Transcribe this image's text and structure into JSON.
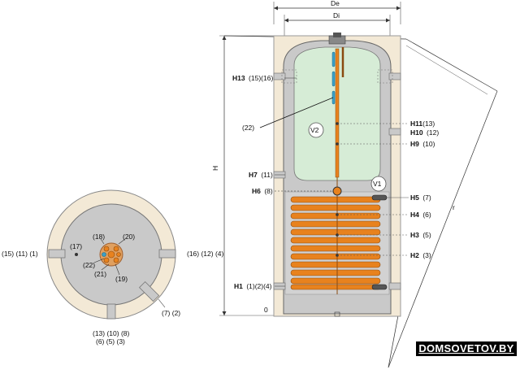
{
  "diagram": {
    "dims": {
      "de": "De",
      "di": "Di",
      "h": "H",
      "r": "r",
      "zero": "0"
    },
    "volumes": {
      "v1": "V1",
      "v2": "V2"
    },
    "heights_left": {
      "h13": "H13",
      "h13_ports": "(15)(16)",
      "h7": "H7",
      "h7_ports": "(11)",
      "h6": "H6",
      "h6_ports": "(8)",
      "h1": "H1",
      "h1_ports": "(1)(2)(4)",
      "anode": "(22)"
    },
    "heights_right": {
      "h11": "H11",
      "h11_ports": "(13)",
      "h10": "H10",
      "h10_ports": "(12)",
      "h9": "H9",
      "h9_ports": "(10)",
      "h5": "H5",
      "h5_ports": "(7)",
      "h4": "H4",
      "h4_ports": "(6)",
      "h3": "H3",
      "h3_ports": "(5)",
      "h2": "H2",
      "h2_ports": "(3)"
    },
    "top_view": {
      "left": "(15) (11) (1)",
      "right": "(16) (12) (4)",
      "diag": "(7) (2)",
      "bottom1": "(13) (10) (8)",
      "bottom2": "(6) (5) (3)",
      "n17": "(17)",
      "n18": "(18)",
      "n20": "(20)",
      "n22": "(22)",
      "n21": "(21)",
      "n19": "(19)"
    }
  },
  "watermark": "DOMSOVETOV.BY",
  "colors": {
    "insulation": "#f3e9d6",
    "tank": "#c9c9c9",
    "water": "#d6ecd6",
    "coil": "#e8821e",
    "anode": "#3aa0c8"
  }
}
